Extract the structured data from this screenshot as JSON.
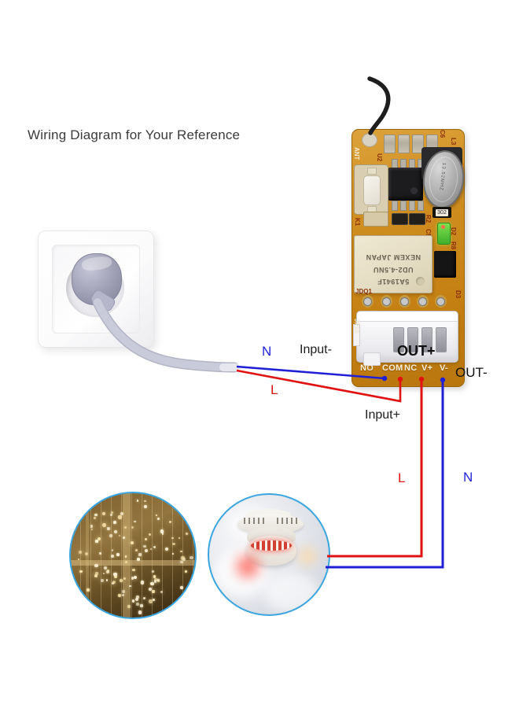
{
  "title": "Wiring Diagram for Your Reference",
  "colors": {
    "wire_red": "#e01212",
    "wire_blue": "#1f1fd6",
    "label_black": "#1d1d1d",
    "pcb_orange": "#cf8d1f",
    "photo_ring_blue": "#3aa5de"
  },
  "wire_labels": {
    "mains_neutral": "N",
    "mains_live": "L",
    "input_minus": "Input-",
    "input_plus": "Input+",
    "out_plus": "OUT+",
    "out_minus": "OUT-",
    "load_live": "L",
    "load_neutral": "N"
  },
  "pcb": {
    "pin_labels": [
      "NO",
      "COM",
      "NC",
      "V+",
      "V-"
    ],
    "relay_print": [
      "NEXEM JAPAN",
      "UD2-4.5NU",
      "5A1941F"
    ],
    "crystal_print": "13.52MHZ",
    "silkscreen_refs": {
      "ant": "ANT",
      "u2": "U2",
      "k1": "K1",
      "c6": "C6",
      "l3": "L3",
      "r2": "R2",
      "c5": "C5",
      "res302": "302",
      "d2": "D2",
      "r8": "R8",
      "jdq1": "JDQ1",
      "d3": "D3",
      "jp18": "JP18"
    }
  }
}
